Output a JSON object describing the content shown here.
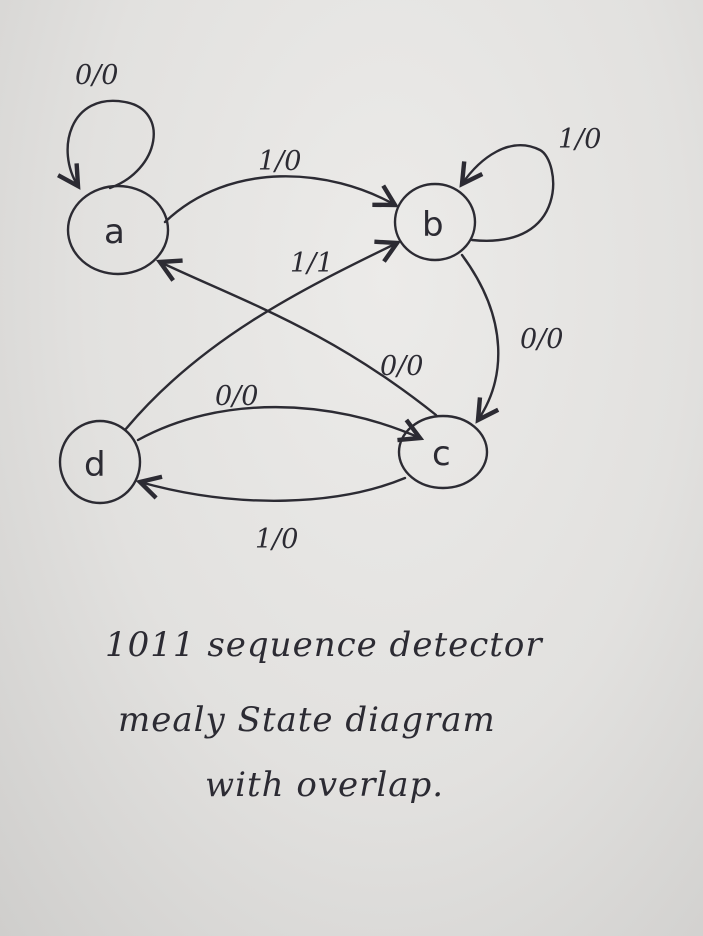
{
  "states": {
    "a": "a",
    "b": "b",
    "c": "c",
    "d": "d"
  },
  "transitions": {
    "a_self": "0/0",
    "a_to_b": "1/0",
    "b_self": "1/0",
    "b_to_c": "0/0",
    "c_to_a": "0/0",
    "d_to_c": "0/0",
    "c_to_d": "1/0",
    "d_to_b": "1/1"
  },
  "caption": {
    "line1": "1011  sequence detector",
    "line2": "mealy  State diagram",
    "line3": "with overlap."
  },
  "colors": {
    "ink": "#2c2b33",
    "paper": "#e6e5e3"
  }
}
